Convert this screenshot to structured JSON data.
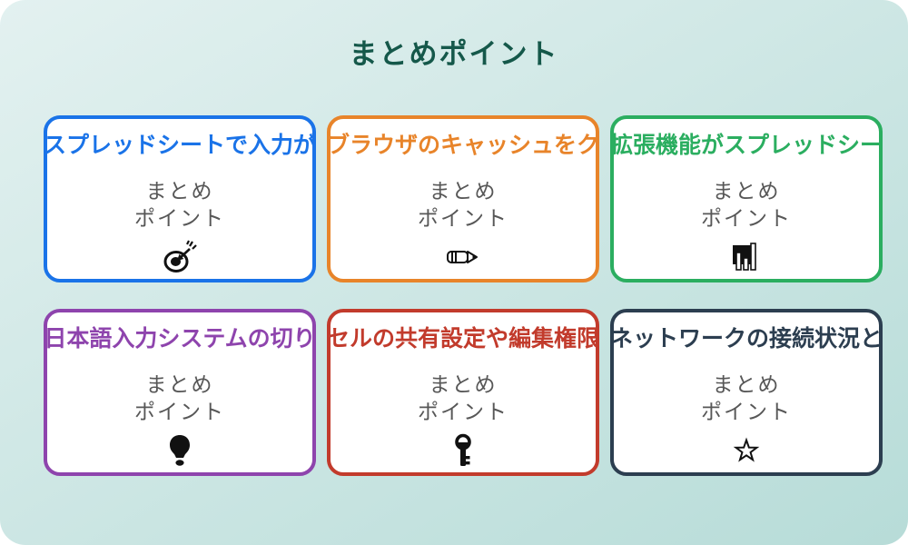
{
  "page": {
    "title": "まとめポイント",
    "title_color": "#15584a"
  },
  "background": {
    "gradient_top": "#e3f1f0",
    "gradient_bottom": "#b7dcd8"
  },
  "card_background": "#ffffff",
  "subtext_color": "#575757",
  "icon_color": "#111111",
  "cards": [
    {
      "title": "スプレッドシートで入力が",
      "subtitle_line1": "まとめ",
      "subtitle_line2": "ポイント",
      "icon": "dart-target-icon",
      "accent_color": "#1a73e8"
    },
    {
      "title": "ブラウザのキャッシュをク",
      "subtitle_line1": "まとめ",
      "subtitle_line2": "ポイント",
      "icon": "pencil-icon",
      "accent_color": "#e8842a"
    },
    {
      "title": "拡張機能がスプレッドシー",
      "subtitle_line1": "まとめ",
      "subtitle_line2": "ポイント",
      "icon": "bar-chart-icon",
      "accent_color": "#2bae60"
    },
    {
      "title": "日本語入力システムの切り",
      "subtitle_line1": "まとめ",
      "subtitle_line2": "ポイント",
      "icon": "lightbulb-icon",
      "accent_color": "#8e44ad"
    },
    {
      "title": "セルの共有設定や編集権限",
      "subtitle_line1": "まとめ",
      "subtitle_line2": "ポイント",
      "icon": "key-icon",
      "accent_color": "#c23b2c"
    },
    {
      "title": "ネットワークの接続状況と",
      "subtitle_line1": "まとめ",
      "subtitle_line2": "ポイント",
      "icon": "star-icon",
      "accent_color": "#2c3e50"
    }
  ]
}
